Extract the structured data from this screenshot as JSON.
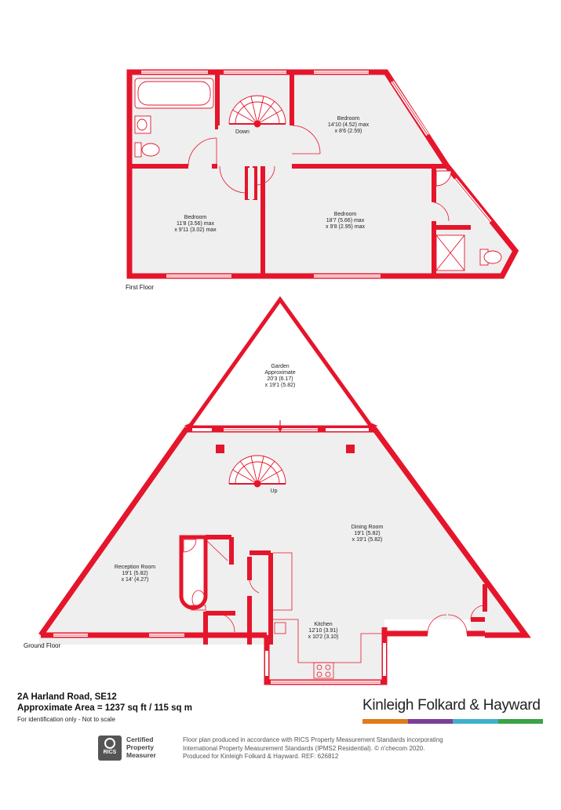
{
  "first_floor": {
    "label": "First Floor",
    "stairs_label": "Down",
    "rooms": [
      {
        "name": "Bedroom",
        "dim1": "14'10 (4.52) max",
        "dim2": "x 8'6 (2.59)"
      },
      {
        "name": "Bedroom",
        "dim1": "11'8 (3.56) max",
        "dim2": "x 9'11 (3.02) max"
      },
      {
        "name": "Bedroom",
        "dim1": "18'7 (5.66) max",
        "dim2": "x 9'8 (2.95) max"
      }
    ]
  },
  "ground_floor": {
    "label": "Ground Floor",
    "stairs_label": "Up",
    "garden": {
      "name": "Garden",
      "line2": "Approximate",
      "dim1": "20'3 (6.17)",
      "dim2": "x 19'1 (5.82)"
    },
    "rooms": [
      {
        "name": "Dining Room",
        "dim1": "19'1 (5.82)",
        "dim2": "x 19'1 (5.82)"
      },
      {
        "name": "Reception Room",
        "dim1": "19'1 (5.82)",
        "dim2": "x 14' (4.27)"
      },
      {
        "name": "Kitchen",
        "dim1": "12'10 (3.91)",
        "dim2": "x 10'2 (3.10)"
      }
    ]
  },
  "property": {
    "address": "2A Harland Road, SE12",
    "area": "Approximate Area = 1237 sq ft / 115 sq m",
    "note": "For identification only - Not to scale"
  },
  "brand": {
    "name": "Kinleigh Folkard & Hayward",
    "bar_colors": [
      "#e07b1a",
      "#7a3f98",
      "#3fb0c9",
      "#3aa346"
    ]
  },
  "rics": {
    "logo_text": "RICS",
    "line1": "Certified",
    "line2": "Property",
    "line3": "Measurer"
  },
  "disclaimer": {
    "line1": "Floor plan produced in accordance with RICS Property Measurement Standards incorporating",
    "line2": "International Property Measurement Standards (IPMS2 Residential).  © n'checom 2020.",
    "line3": "Produced for Kinleigh Folkard & Hayward.   REF: 626812"
  },
  "colors": {
    "wall": "#e5152b",
    "floor": "#efefef"
  }
}
